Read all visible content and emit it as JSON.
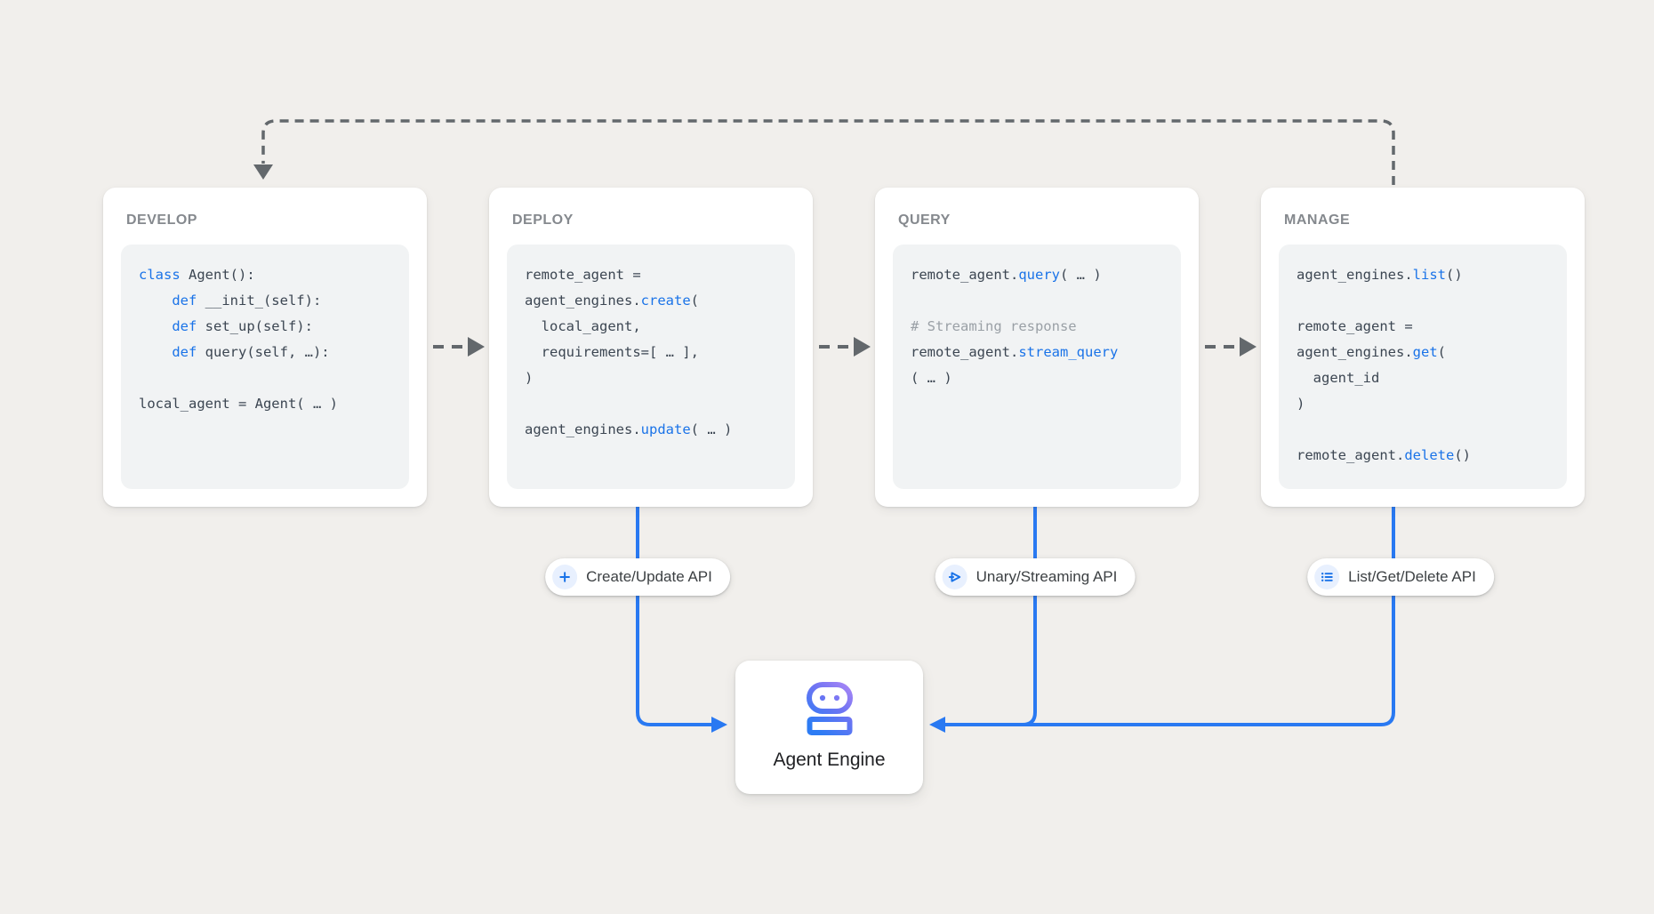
{
  "palette": {
    "background": "#f1efec",
    "card_bg": "#ffffff",
    "code_bg": "#f1f3f4",
    "card_title_gray": "#85898e",
    "code_text": "#3c4652",
    "code_blue": "#1a73e8",
    "code_comment": "#9aa0a6",
    "wire_gray": "#63686c",
    "wire_blue": "#2979f2",
    "pill_chip_bg": "#e8f0fe",
    "robot_gradient_start": "#2d7cf4",
    "robot_gradient_end": "#b189f6"
  },
  "cards": [
    {
      "id": "develop",
      "title": "DEVELOP",
      "code": [
        [
          {
            "t": "class ",
            "s": "blue"
          },
          {
            "t": "Agent():",
            "s": "plain"
          }
        ],
        [
          {
            "t": "    ",
            "s": "plain"
          },
          {
            "t": "def ",
            "s": "blue"
          },
          {
            "t": "__init_(self):",
            "s": "plain"
          }
        ],
        [
          {
            "t": "    ",
            "s": "plain"
          },
          {
            "t": "def ",
            "s": "blue"
          },
          {
            "t": "set_up(self):",
            "s": "plain"
          }
        ],
        [
          {
            "t": "    ",
            "s": "plain"
          },
          {
            "t": "def ",
            "s": "blue"
          },
          {
            "t": "query(self, …):",
            "s": "plain"
          }
        ],
        [],
        [
          {
            "t": "local_agent = Agent( … )",
            "s": "plain"
          }
        ]
      ]
    },
    {
      "id": "deploy",
      "title": "DEPLOY",
      "code": [
        [
          {
            "t": "remote_agent =",
            "s": "plain"
          }
        ],
        [
          {
            "t": "agent_engines.",
            "s": "plain"
          },
          {
            "t": "create",
            "s": "blue"
          },
          {
            "t": "(",
            "s": "plain"
          }
        ],
        [
          {
            "t": "  local_agent,",
            "s": "plain"
          }
        ],
        [
          {
            "t": "  requirements=[ … ],",
            "s": "plain"
          }
        ],
        [
          {
            "t": ")",
            "s": "plain"
          }
        ],
        [],
        [
          {
            "t": "agent_engines.",
            "s": "plain"
          },
          {
            "t": "update",
            "s": "blue"
          },
          {
            "t": "( … )",
            "s": "plain"
          }
        ]
      ]
    },
    {
      "id": "query",
      "title": "QUERY",
      "code": [
        [
          {
            "t": "remote_agent.",
            "s": "plain"
          },
          {
            "t": "query",
            "s": "blue"
          },
          {
            "t": "( … )",
            "s": "plain"
          }
        ],
        [],
        [
          {
            "t": "# Streaming response",
            "s": "comment"
          }
        ],
        [
          {
            "t": "remote_agent.",
            "s": "plain"
          },
          {
            "t": "stream_query",
            "s": "blue"
          }
        ],
        [
          {
            "t": "( … )",
            "s": "plain"
          }
        ]
      ]
    },
    {
      "id": "manage",
      "title": "MANAGE",
      "code": [
        [
          {
            "t": "agent_engines.",
            "s": "plain"
          },
          {
            "t": "list",
            "s": "blue"
          },
          {
            "t": "()",
            "s": "plain"
          }
        ],
        [],
        [
          {
            "t": "remote_agent =",
            "s": "plain"
          }
        ],
        [
          {
            "t": "agent_engines.",
            "s": "plain"
          },
          {
            "t": "get",
            "s": "blue"
          },
          {
            "t": "(",
            "s": "plain"
          }
        ],
        [
          {
            "t": "  agent_id",
            "s": "plain"
          }
        ],
        [
          {
            "t": ")",
            "s": "plain"
          }
        ],
        [],
        [
          {
            "t": "remote_agent.",
            "s": "plain"
          },
          {
            "t": "delete",
            "s": "blue"
          },
          {
            "t": "()",
            "s": "plain"
          }
        ]
      ]
    }
  ],
  "pills": [
    {
      "id": "create-update-api",
      "icon": "plus-icon",
      "label": "Create/Update API"
    },
    {
      "id": "unary-streaming-api",
      "icon": "send-icon",
      "label": "Unary/Streaming API"
    },
    {
      "id": "list-get-delete-api",
      "icon": "list-icon",
      "label": "List/Get/Delete API"
    }
  ],
  "engine": {
    "icon": "robot-icon",
    "label": "Agent Engine"
  }
}
